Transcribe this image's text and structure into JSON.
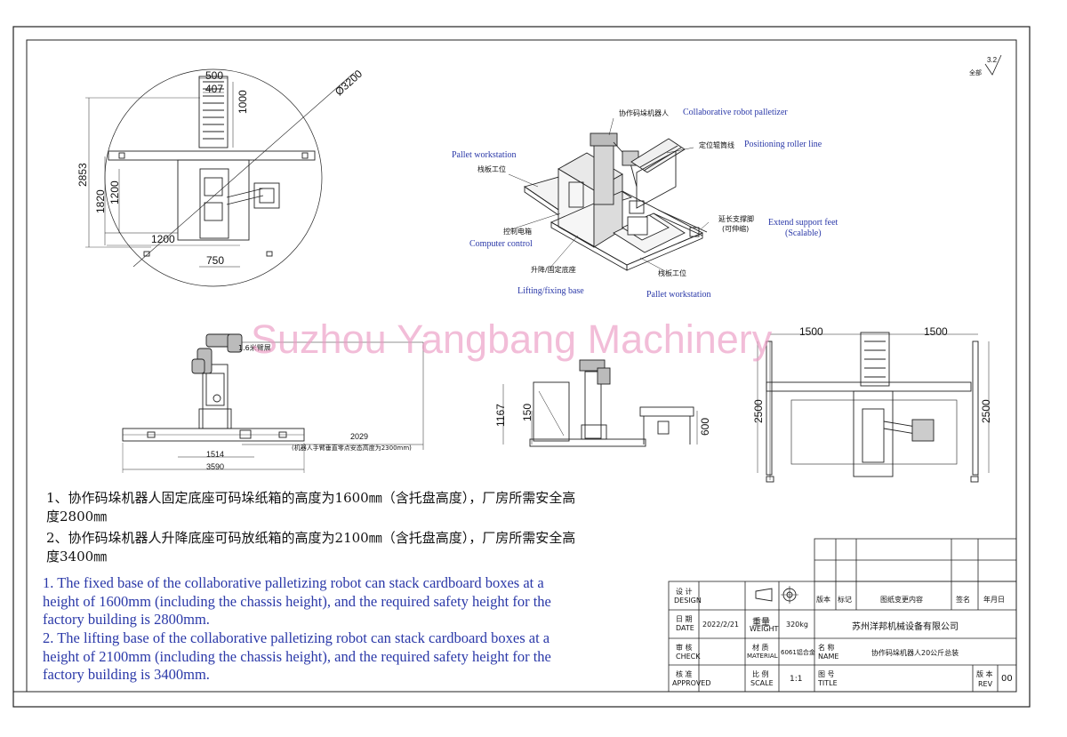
{
  "callouts": {
    "robot_cn": "协作码垛机器人",
    "robot_en": "Collaborative robot palletizer",
    "roller_cn": "定位辊筒线",
    "roller_en": "Positioning roller line",
    "pallet_top_en": "Pallet workstation",
    "pallet_top_cn": "栈板工位",
    "support_cn1": "延长支撑脚",
    "support_cn2": "(可伸缩)",
    "support_en1": "Extend support feet",
    "support_en2": "(Scalable)",
    "control_cn": "控制电箱",
    "control_en": "Computer control",
    "lift_cn": "升降/固定底座",
    "lift_en": "Lifting/fixing base",
    "pallet_bottom_cn": "栈板工位",
    "pallet_bottom_en": "Pallet workstation"
  },
  "dimensions": {
    "top_500": "500",
    "top_407": "407",
    "top_1000": "1000",
    "top_diam": "Ø3200",
    "top_2853": "2853",
    "top_1820": "1820",
    "top_1200v": "1200",
    "top_1200h": "1200",
    "top_750": "750",
    "side_16": "1.6米臂展",
    "side_2029": "2029",
    "side_note": "(机器人手臂垂直零点安态高度为2300mm)",
    "side_1514": "1514",
    "side_3590": "3590",
    "front_1167": "1167",
    "front_150": "150",
    "front_600": "600",
    "right_1500a": "1500",
    "right_1500b": "1500",
    "right_2500a": "2500",
    "right_2500b": "2500",
    "roughness_label": "全部",
    "roughness_value": "3.2"
  },
  "watermark": "Suzhou Yangbang Machinery",
  "notes": {
    "cn1_a": "1、协作码垛机器人固定底座可码垛纸箱的高度为1600㎜（含托盘高度），厂房所需安全高",
    "cn1_b": "度2800㎜",
    "cn2_a": "2、协作码垛机器人升降底座可码放纸箱的高度为2100㎜（含托盘高度），厂房所需安全高",
    "cn2_b": "度3400㎜",
    "en1_a": "1. The fixed base of the collaborative palletizing robot can stack cardboard boxes at a",
    "en1_b": "height of 1600mm (including the chassis height), and the required safety height for the",
    "en1_c": "factory building is 2800mm.",
    "en2_a": "2. The lifting base of the collaborative palletizing robot can stack cardboard boxes at a",
    "en2_b": "height of 2100mm (including the chassis height), and the required safety height for the",
    "en2_c": "factory building is 3400mm."
  },
  "title_block": {
    "design_cn": "设 计",
    "design_en": "DESIGN",
    "date_cn": "日 期",
    "date_en": "DATE",
    "date_val": "2022/2/21",
    "weight_cn": "重量",
    "weight_en": "WEIGHT",
    "weight_val": "320kg",
    "check_cn": "审 核",
    "check_en": "CHECK",
    "material_cn": "材 质",
    "material_en": "MATERIAL",
    "material_val": "6061铝合金",
    "name_cn": "名 称",
    "name_en": "NAME",
    "name_val": "协作码垛机器人20公斤总装",
    "approved_cn": "核 准",
    "approved_en": "APPROVED",
    "scale_cn": "比 例",
    "scale_en": "SCALE",
    "scale_val": "1:1",
    "title_cn": "图 号",
    "title_en": "TITLE",
    "rev_cn": "版 本",
    "rev_en": "REV",
    "rev_val": "00",
    "version_hdr": "版本",
    "mark_hdr": "标记",
    "change_hdr": "图纸变更内容",
    "sign_hdr": "签名",
    "date_hdr": "年月日",
    "company": "苏州洋邦机械设备有限公司"
  }
}
